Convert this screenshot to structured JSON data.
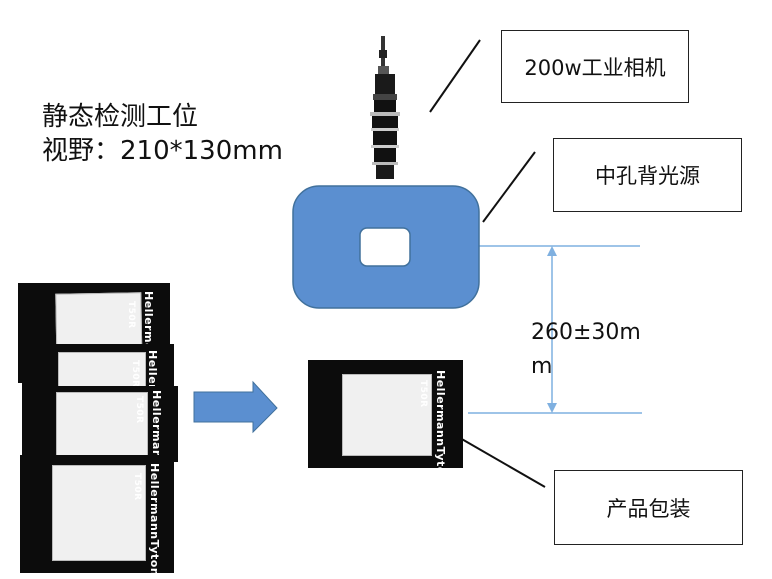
{
  "title": {
    "line1": "静态检测工位",
    "line2": "视野：210*130mm"
  },
  "labels": {
    "camera": "200w工业相机",
    "backlight": "中孔背光源",
    "product": "产品包装"
  },
  "dimension": {
    "line1": "260±30m",
    "line2": "m"
  },
  "colors": {
    "backlight": "#5b8fd0",
    "arrow": "#5b8fd0",
    "guide": "#7fb0e0"
  }
}
